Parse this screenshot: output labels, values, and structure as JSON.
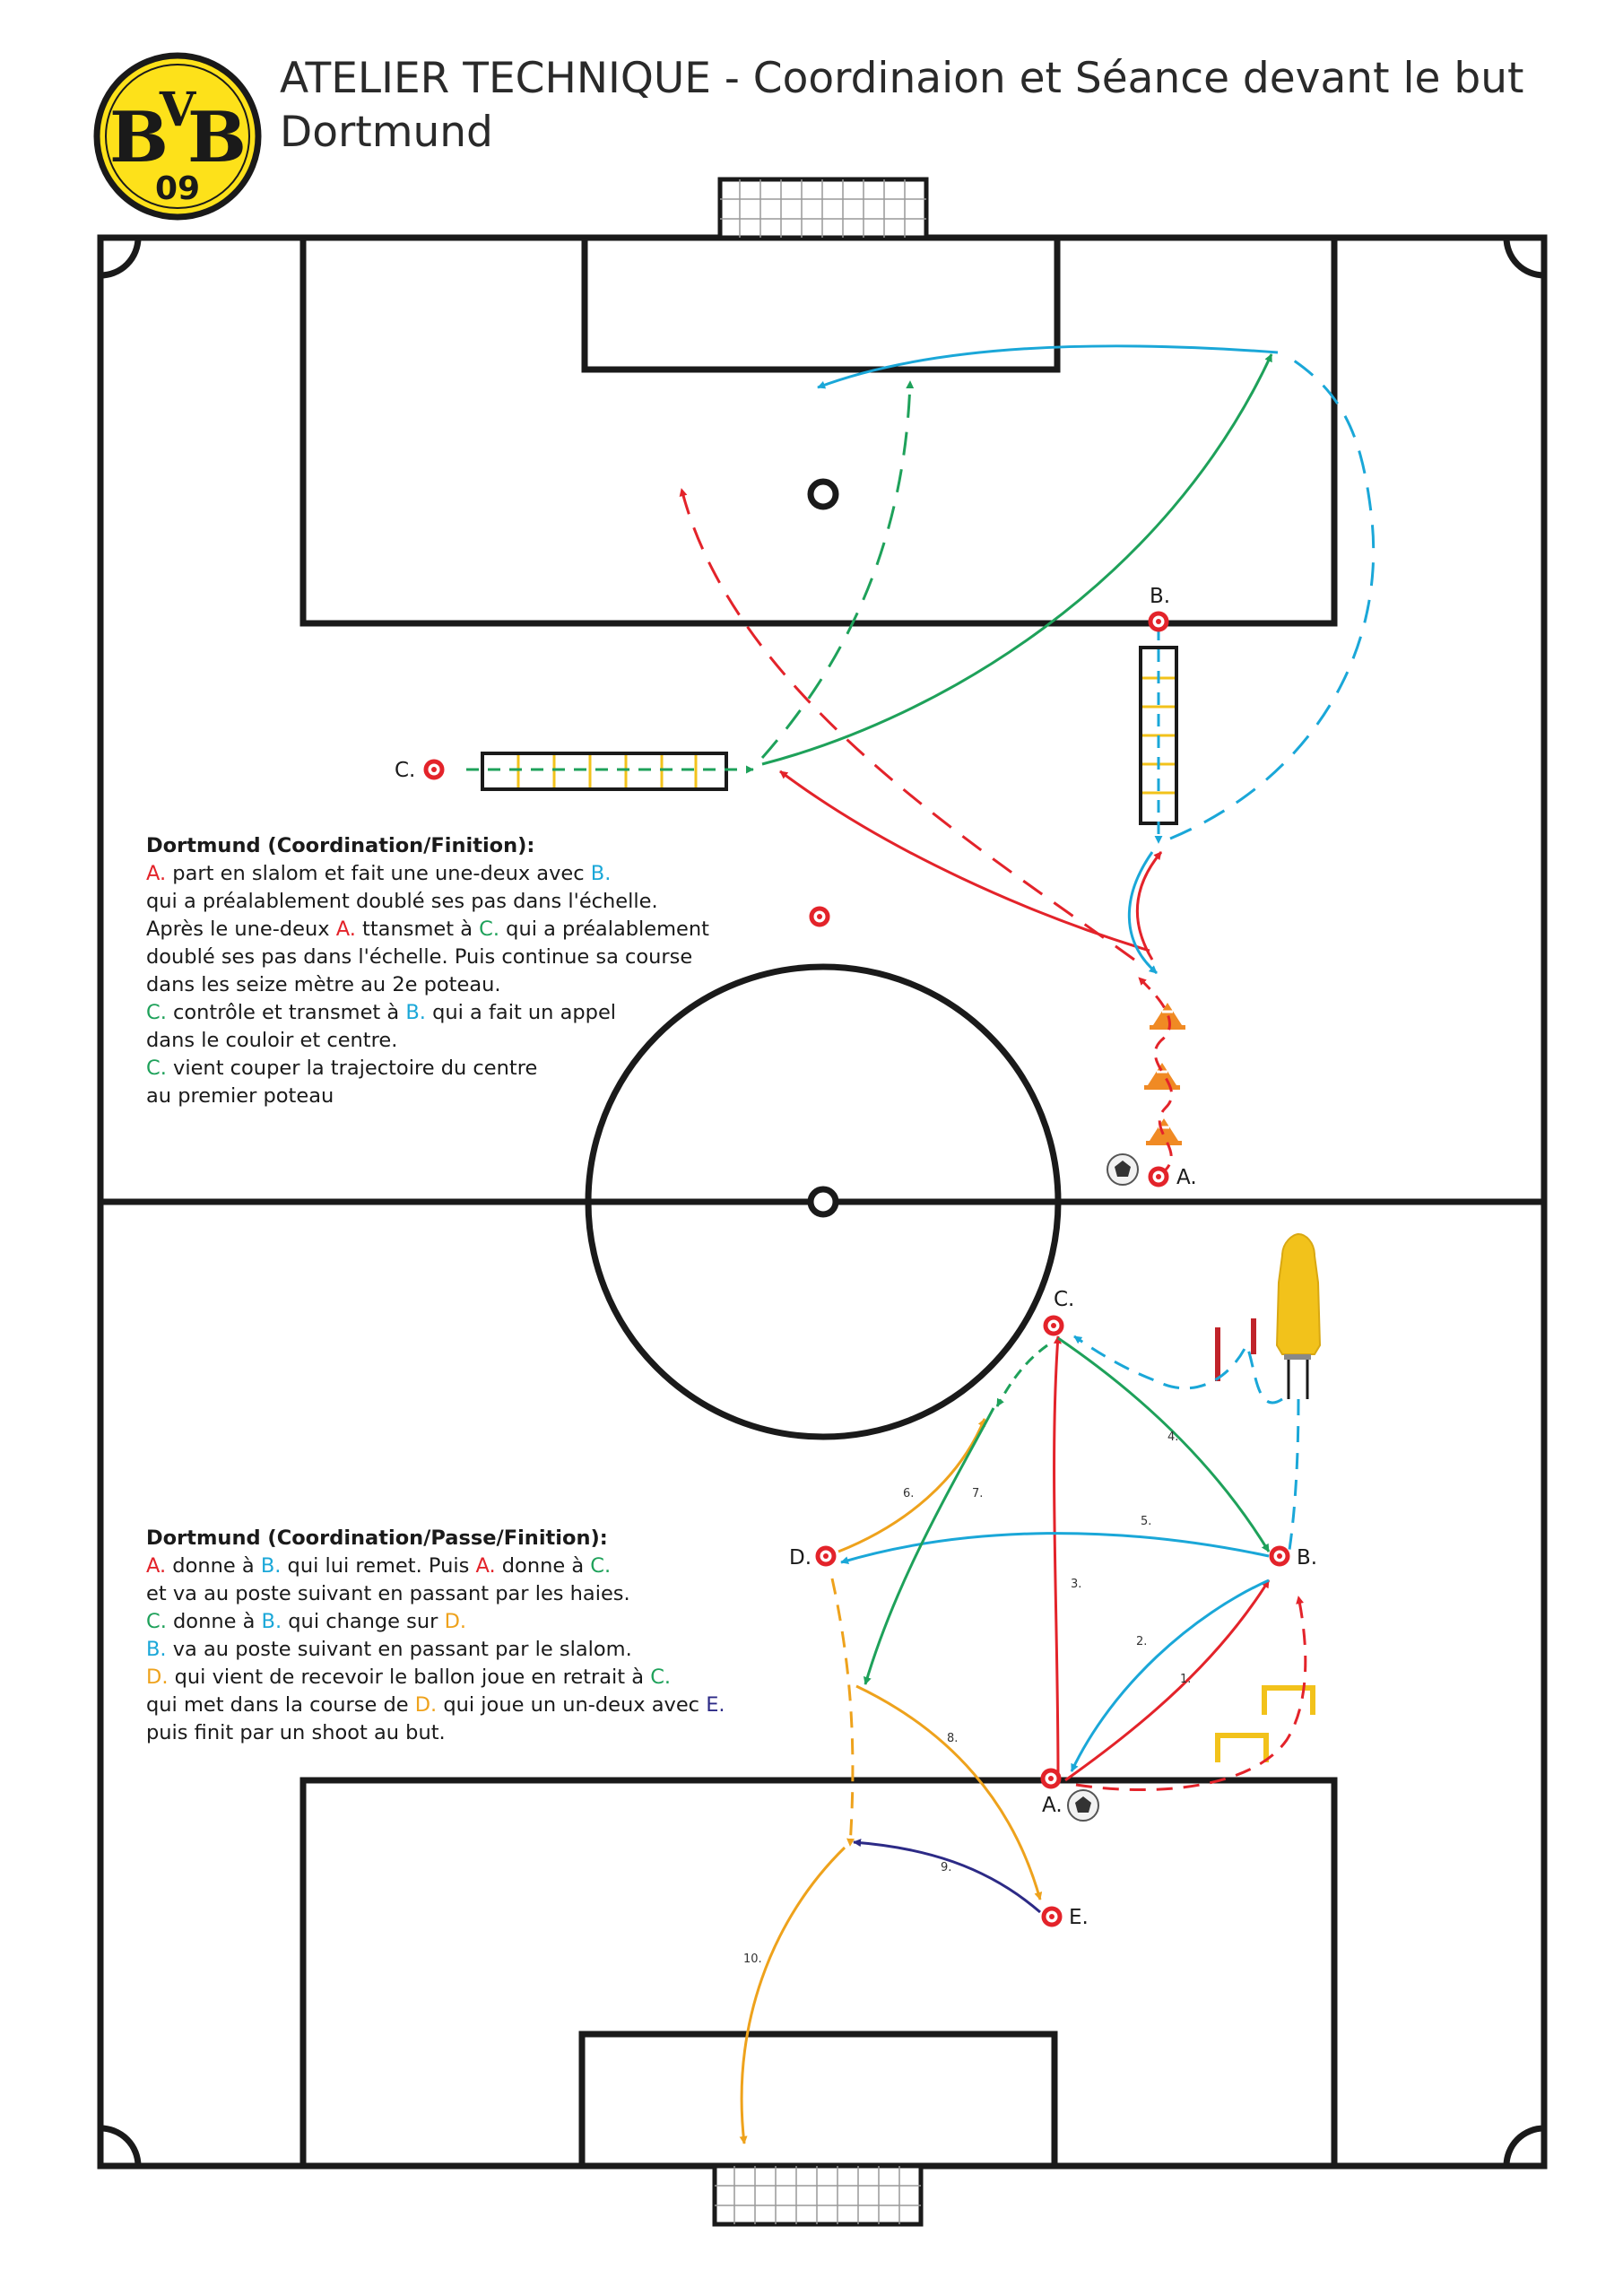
{
  "header": {
    "title_line1": "ATELIER TECHNIQUE - Coordinaion et Séance devant le but",
    "title_line2": "Dortmund"
  },
  "logo": {
    "icon": "bvb-crest-icon",
    "letters_top": "BVB",
    "number": "09",
    "colors": {
      "yellow": "#fde11a",
      "black": "#1a1a1a"
    }
  },
  "colors": {
    "red": "#e3232a",
    "blue": "#1aa7d8",
    "green": "#1ea15a",
    "orange": "#eea21c",
    "navy": "#2c2a86",
    "yellow": "#f2c21b",
    "line": "#1a1a1a"
  },
  "drill1": {
    "heading": "Dortmund (Coordination/Finition):",
    "lines": [
      [
        {
          "t": "A.",
          "c": "A"
        },
        {
          "t": " part en slalom et fait une une-deux avec "
        },
        {
          "t": "B.",
          "c": "B"
        }
      ],
      [
        {
          "t": "qui a préalablement doublé ses pas dans l'échelle."
        }
      ],
      [
        {
          "t": "Après le une-deux "
        },
        {
          "t": "A.",
          "c": "A"
        },
        {
          "t": " ttansmet à "
        },
        {
          "t": "C.",
          "c": "C"
        },
        {
          "t": " qui a préalablement"
        }
      ],
      [
        {
          "t": "doublé ses pas dans l'échelle. Puis continue sa course"
        }
      ],
      [
        {
          "t": "dans les seize mètre au 2e poteau."
        }
      ],
      [
        {
          "t": "C.",
          "c": "C"
        },
        {
          "t": " contrôle et transmet à "
        },
        {
          "t": "B.",
          "c": "B"
        },
        {
          "t": " qui a fait un appel"
        }
      ],
      [
        {
          "t": "dans le couloir et centre."
        }
      ],
      [
        {
          "t": "C.",
          "c": "C"
        },
        {
          "t": " vient couper la trajectoire du centre"
        }
      ],
      [
        {
          "t": "au premier poteau"
        }
      ]
    ],
    "players": {
      "A": "A.",
      "B": "B.",
      "C": "C."
    }
  },
  "drill2": {
    "heading": "Dortmund (Coordination/Passe/Finition):",
    "lines": [
      [
        {
          "t": "A.",
          "c": "A"
        },
        {
          "t": "  donne à "
        },
        {
          "t": "B.",
          "c": "B"
        },
        {
          "t": " qui lui remet. Puis "
        },
        {
          "t": "A.",
          "c": "A"
        },
        {
          "t": " donne à "
        },
        {
          "t": "C.",
          "c": "C"
        }
      ],
      [
        {
          "t": "et va au poste suivant en passant par les haies."
        }
      ],
      [
        {
          "t": "C.",
          "c": "C"
        },
        {
          "t": " donne à "
        },
        {
          "t": "B.",
          "c": "B"
        },
        {
          "t": " qui change sur "
        },
        {
          "t": "D.",
          "c": "D"
        }
      ],
      [
        {
          "t": "B.",
          "c": "B"
        },
        {
          "t": " va au poste suivant en passant par le slalom."
        }
      ],
      [
        {
          "t": "D.",
          "c": "D"
        },
        {
          "t": " qui vient de recevoir le ballon joue en retrait à "
        },
        {
          "t": "C.",
          "c": "C"
        }
      ],
      [
        {
          "t": "qui met dans la course de "
        },
        {
          "t": "D.",
          "c": "D"
        },
        {
          "t": " qui joue un un-deux avec "
        },
        {
          "t": "E.",
          "c": "E"
        }
      ],
      [
        {
          "t": "puis finit par un shoot au but."
        }
      ]
    ],
    "players": {
      "A": "A.",
      "B": "B.",
      "C": "C.",
      "D": "D.",
      "E": "E."
    },
    "steps": [
      "1.",
      "2.",
      "3.",
      "4.",
      "5.",
      "6.",
      "7.",
      "8.",
      "9.",
      "10."
    ]
  }
}
